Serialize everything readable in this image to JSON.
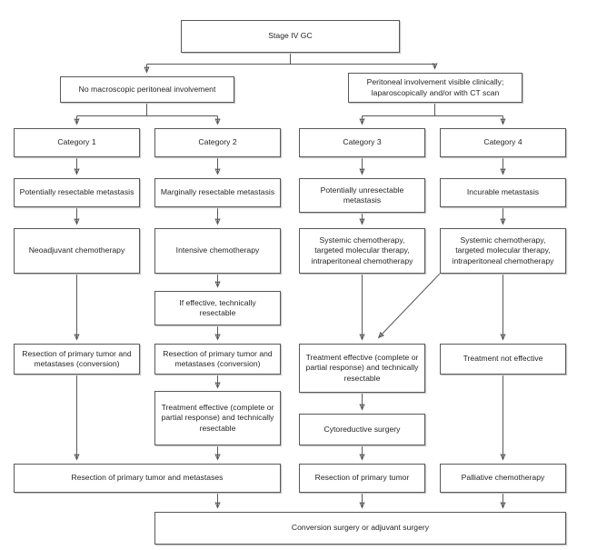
{
  "diagram": {
    "title": "Stage IV GC treatment algorithm flowchart",
    "line_color": "#58585a",
    "text_color": "#231f20",
    "shadow_color": "#c9c9cb",
    "background": "#ffffff"
  },
  "nodes": {
    "root": "Stage IV GC",
    "branch_left": "No macroscopic peritoneal involvement",
    "branch_right": "Peritoneal involvement visible clinically;\nlaparoscopically and/or with CT scan",
    "branch_right_line1": "Peritoneal involvement visible clinically;",
    "branch_right_line2": "laparoscopically and/or with CT scan",
    "category1": "Category 1",
    "category2": "Category 2",
    "category3": "Category 3",
    "category4": "Category 4",
    "c1_metastasis": "Potentially resectable metastasis",
    "c2_metastasis": "Marginally resectable metastasis",
    "c3_metastasis_line1": "Potentially unresectable",
    "c3_metastasis_line2": "metastasis",
    "c4_metastasis": "Incurable metastasis",
    "c1_therapy": "Neoadjuvant chemotherapy",
    "c2_therapy": "Intensive chemotherapy",
    "c3_therapy_line1": "Systemic chemotherapy,",
    "c3_therapy_line2": "targeted molecular therapy,",
    "c3_therapy_line3": "intraperitoneal chemotherapy",
    "c4_therapy_line1": "Systemic chemotherapy,",
    "c4_therapy_line2": "targeted molecular therapy,",
    "c4_therapy_line3": "intraperitoneal chemotherapy",
    "c2_if_effective_line1": "If effective, technically",
    "c2_if_effective_line2": "resectable",
    "c1_resection_line1": "Resection of primary tumor and",
    "c1_resection_line2": "metastases (conversion)",
    "c2_resection_line1": "Resection of primary tumor and",
    "c2_resection_line2": "metastases (conversion)",
    "c2_treat_effective_line1": "Treatment effective (complete or",
    "c2_treat_effective_line2": "partial response) and technically",
    "c2_treat_effective_line3": "resectable",
    "c3_treat_effective_line1": "Treatment effective (complete or",
    "c3_treat_effective_line2": "partial response) and technically",
    "c3_treat_effective_line3": "resectable",
    "c4_not_effective": "Treatment not effective",
    "c3_cytoreductive": "Cytoreductive surgery",
    "bottom_left_wide": "Resection of primary tumor and metastases",
    "c3_resection": "Resection of primary tumor",
    "c4_palliative": "Palliative chemotherapy",
    "final": "Conversion surgery or adjuvant surgery"
  }
}
